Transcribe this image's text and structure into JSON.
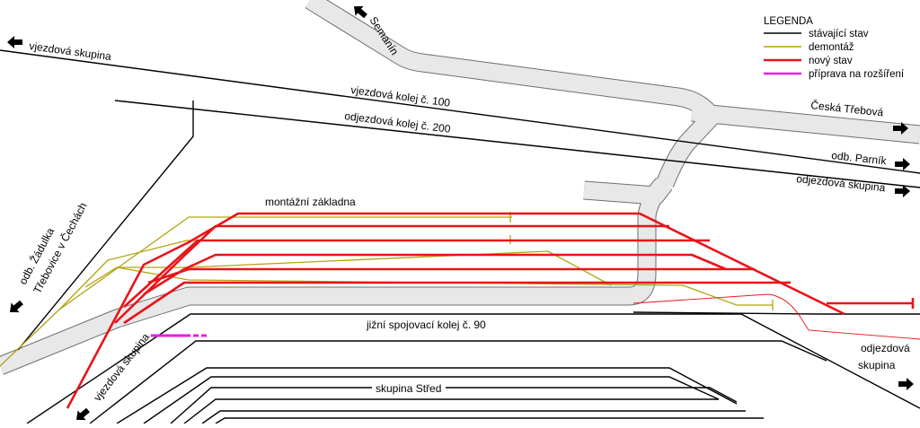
{
  "colors": {
    "existing": "#000000",
    "demolition": "#b3a30f",
    "new": "#e8141a",
    "new_thin": "#e8141a",
    "extension": "#e61ee6",
    "road_fill": "#e8e8e8",
    "road_edge": "#6e6e6e"
  },
  "legend": {
    "title": "LEGENDA",
    "items": [
      {
        "key": "existing",
        "label": "stávající stav"
      },
      {
        "key": "demolition",
        "label": "demontáž"
      },
      {
        "key": "new",
        "label": "nový stav"
      },
      {
        "key": "extension",
        "label": "příprava na rozšíření"
      }
    ]
  },
  "labels": {
    "semanin": "Semanín",
    "vjezdova_skupina_top": "vjezdová skupina",
    "vjezdova_kolej_100": "vjezdová kolej č. 100",
    "odjezdova_kolej_200": "odjezdová kolej č. 200",
    "ceska_trebova": "Česká Třebová",
    "odb_parnik": "odb. Parník",
    "odjezdova_skupina_right": "odjezdová skupina",
    "montazni_zakladna": "montážní základna",
    "odb_zadulka_1": "odb. Žádulka",
    "odb_zadulka_2": "Třebovice v Čechách",
    "jizni_spojovaci_kolej": "jižní spojovací kolej č. 90",
    "odjezdova_skupina_lower_1": "odjezdová",
    "odjezdova_skupina_lower_2": "skupina",
    "vjezdova_skupina_bottom": "vjezdová skupina",
    "skupina_stred": "skupina Střed"
  },
  "icons": {
    "direction_arrow": "arrow-icon"
  }
}
